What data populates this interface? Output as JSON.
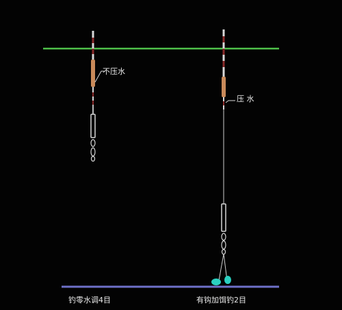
{
  "labels": {
    "left_callout": "不压水",
    "right_callout": "压 水",
    "left_caption": "钓零水调4目",
    "right_caption": "有钩加饵钓2目"
  },
  "colors": {
    "background": "#030303",
    "water_surface": "#4fc14a",
    "lake_bottom": "#6e70c8",
    "float_segment_dark": "#8a2a2a",
    "float_segment_light": "#d8d8d8",
    "float_body": "#c98a5a",
    "line": "#cfcfcf",
    "bait": "#2ad0c0"
  }
}
